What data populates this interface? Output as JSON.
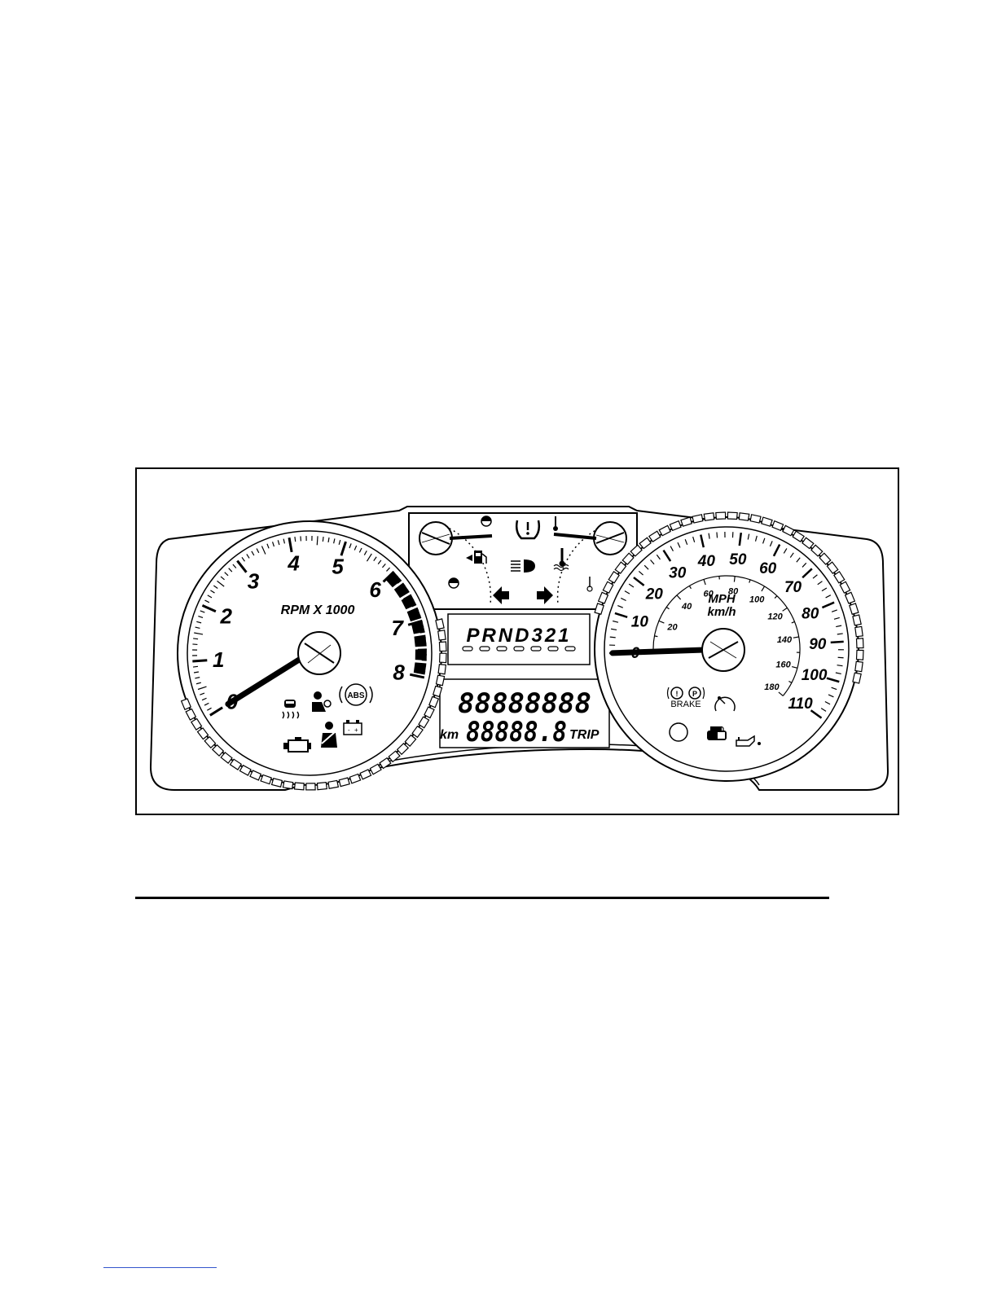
{
  "tachometer": {
    "label": "RPM X 1000",
    "scale": [
      "0",
      "1",
      "2",
      "3",
      "4",
      "5",
      "6",
      "7",
      "8"
    ],
    "needle_value": 0
  },
  "speedometer": {
    "unit_mph": "MPH",
    "unit_kmh": "km/h",
    "mph_scale": [
      "0",
      "10",
      "20",
      "30",
      "40",
      "50",
      "60",
      "70",
      "80",
      "90",
      "100",
      "110"
    ],
    "kmh_scale": [
      "20",
      "40",
      "60",
      "80",
      "100",
      "120",
      "140",
      "160",
      "180"
    ],
    "needle_value": 0
  },
  "gear_indicator": {
    "text": "PRND321"
  },
  "odometer": {
    "top_display": "88888888",
    "bottom_display": "88888.8",
    "unit": "km",
    "trip_label": "TRIP"
  },
  "warning_lights": {
    "abs": "ABS",
    "brake": "BRAKE",
    "icons": [
      "traction-control-icon",
      "airbag-icon",
      "abs-icon",
      "check-engine-icon",
      "seatbelt-icon",
      "battery-icon",
      "brake-icon",
      "cruise-control-icon",
      "security-icon",
      "oil-pressure-icon",
      "low-fuel-icon",
      "high-beam-icon",
      "tire-pressure-icon",
      "coolant-temperature-icon",
      "turn-left-icon",
      "turn-right-icon"
    ]
  },
  "battery_symbols": {
    "minus": "-",
    "plus": "+"
  }
}
